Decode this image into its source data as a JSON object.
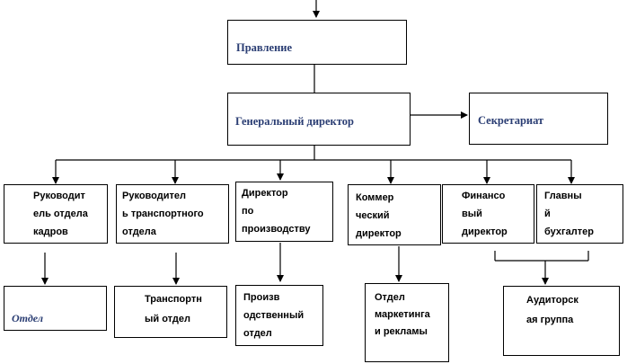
{
  "diagram": {
    "nodes": {
      "board": {
        "label": "Правление"
      },
      "general_director": {
        "label": "Генеральный директор"
      },
      "secretariat": {
        "label": "Секретариат"
      },
      "hr_head": {
        "label": "Руководит\nель отдела\nкадров"
      },
      "transport_head": {
        "label": "Руководител\nь транспортного\nотдела"
      },
      "production_director": {
        "label": "Директор\nпо\nпроизводству"
      },
      "commercial_director": {
        "label": "Коммер\nческий\nдиректор"
      },
      "financial_director": {
        "label": "Финансо\nвый\nдиректор"
      },
      "chief_accountant": {
        "label": "Главны\nй\nбухгалтер"
      },
      "hr_department": {
        "label": "Отдел"
      },
      "transport_department": {
        "label": "Транспортн\nый отдел"
      },
      "production_department": {
        "label": "Произв\nодственный\nотдел"
      },
      "marketing_department": {
        "label": "Отдел\nмаркетинга\nи рекламы"
      },
      "audit_group": {
        "label": "Аудиторск\nая группа"
      }
    },
    "colors": {
      "line": "#000000",
      "border": "#000000",
      "serif_text": "#2a3d73"
    }
  }
}
